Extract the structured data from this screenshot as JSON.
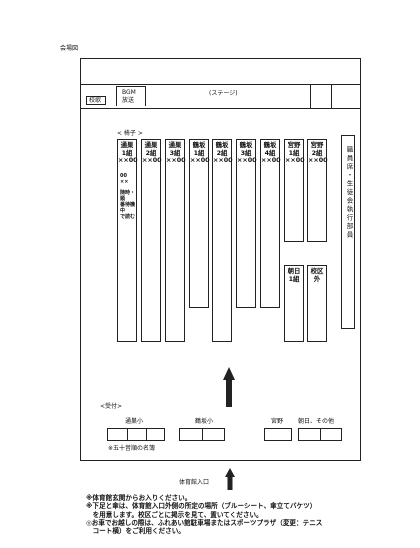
{
  "page": {
    "title": "会場図"
  },
  "stage": {
    "left_label": "校歌",
    "bgm_line1": "BGM",
    "bgm_line2": "放送",
    "center_label": "(ステージ)"
  },
  "chairs_label": "< 椅子 >",
  "columns": [
    {
      "l1": "通巣",
      "l2": "1組",
      "l3": "××00"
    },
    {
      "l1": "通巣",
      "l2": "2組",
      "l3": "××00"
    },
    {
      "l1": "通巣",
      "l2": "3組",
      "l3": "××00"
    },
    {
      "l1": "鶴坂",
      "l2": "1組",
      "l3": "××00"
    },
    {
      "l1": "鶴坂",
      "l2": "2組",
      "l3": "××00"
    },
    {
      "l1": "鶴坂",
      "l2": "3組",
      "l3": "××00"
    },
    {
      "l1": "鶴坂",
      "l2": "4組",
      "l3": "××00"
    },
    {
      "l1": "宮野",
      "l2": "1組",
      "l3": "××00"
    },
    {
      "l1": "宮野",
      "l2": "2組",
      "l3": "××00"
    }
  ],
  "col1_extra": {
    "a": "00",
    "b": "××",
    "c": "随時・順",
    "d": "番待機中",
    "e": "で読む"
  },
  "asahi": {
    "l1": "朝日",
    "l2": "1組"
  },
  "kougai": {
    "l1": "校区",
    "l2": "外"
  },
  "staff": {
    "text": "職員席・生徒会執行部員"
  },
  "reception": {
    "label": "<受付>",
    "tsusu": "通巣小",
    "tsurusaka": "鶴坂小",
    "miyano": "宮野",
    "asahi_other": "朝日、その他",
    "order_note": "※五十音順の名簿"
  },
  "entrance": "体育館入口",
  "notes": [
    "※体育館玄関からお入りください。",
    "※下足と傘は、体育館入口外側の所定の場所（ブルーシート、傘立てバケツ）",
    "　を用意します。校区ごとに掲示を見て、置いてください。",
    "◎お車でお越しの際は、ふれあい館駐車場またはスポーツプラザ（変更：テニス",
    "　コート横）をご利用ください。"
  ]
}
